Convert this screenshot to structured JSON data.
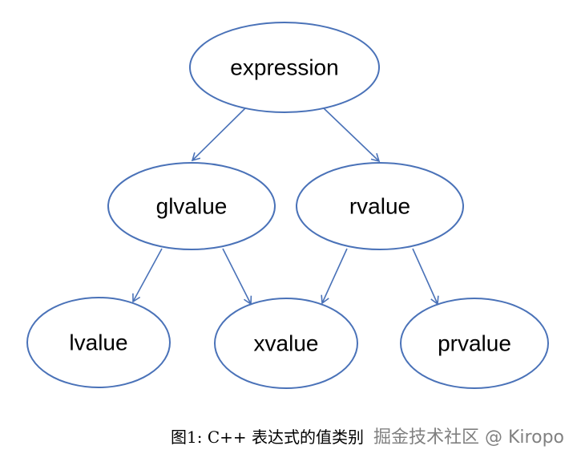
{
  "diagram": {
    "stroke_color": "#4a72b8",
    "nodes": {
      "expression": "expression",
      "glvalue": "glvalue",
      "rvalue": "rvalue",
      "lvalue": "lvalue",
      "xvalue": "xvalue",
      "prvalue": "prvalue"
    },
    "edges": [
      {
        "from": "expression",
        "to": "glvalue"
      },
      {
        "from": "expression",
        "to": "rvalue"
      },
      {
        "from": "glvalue",
        "to": "lvalue"
      },
      {
        "from": "glvalue",
        "to": "xvalue"
      },
      {
        "from": "rvalue",
        "to": "xvalue"
      },
      {
        "from": "rvalue",
        "to": "prvalue"
      }
    ]
  },
  "caption": "图1: C++ 表达式的值类别",
  "watermark": "掘金技术社区 @ Kiropo"
}
